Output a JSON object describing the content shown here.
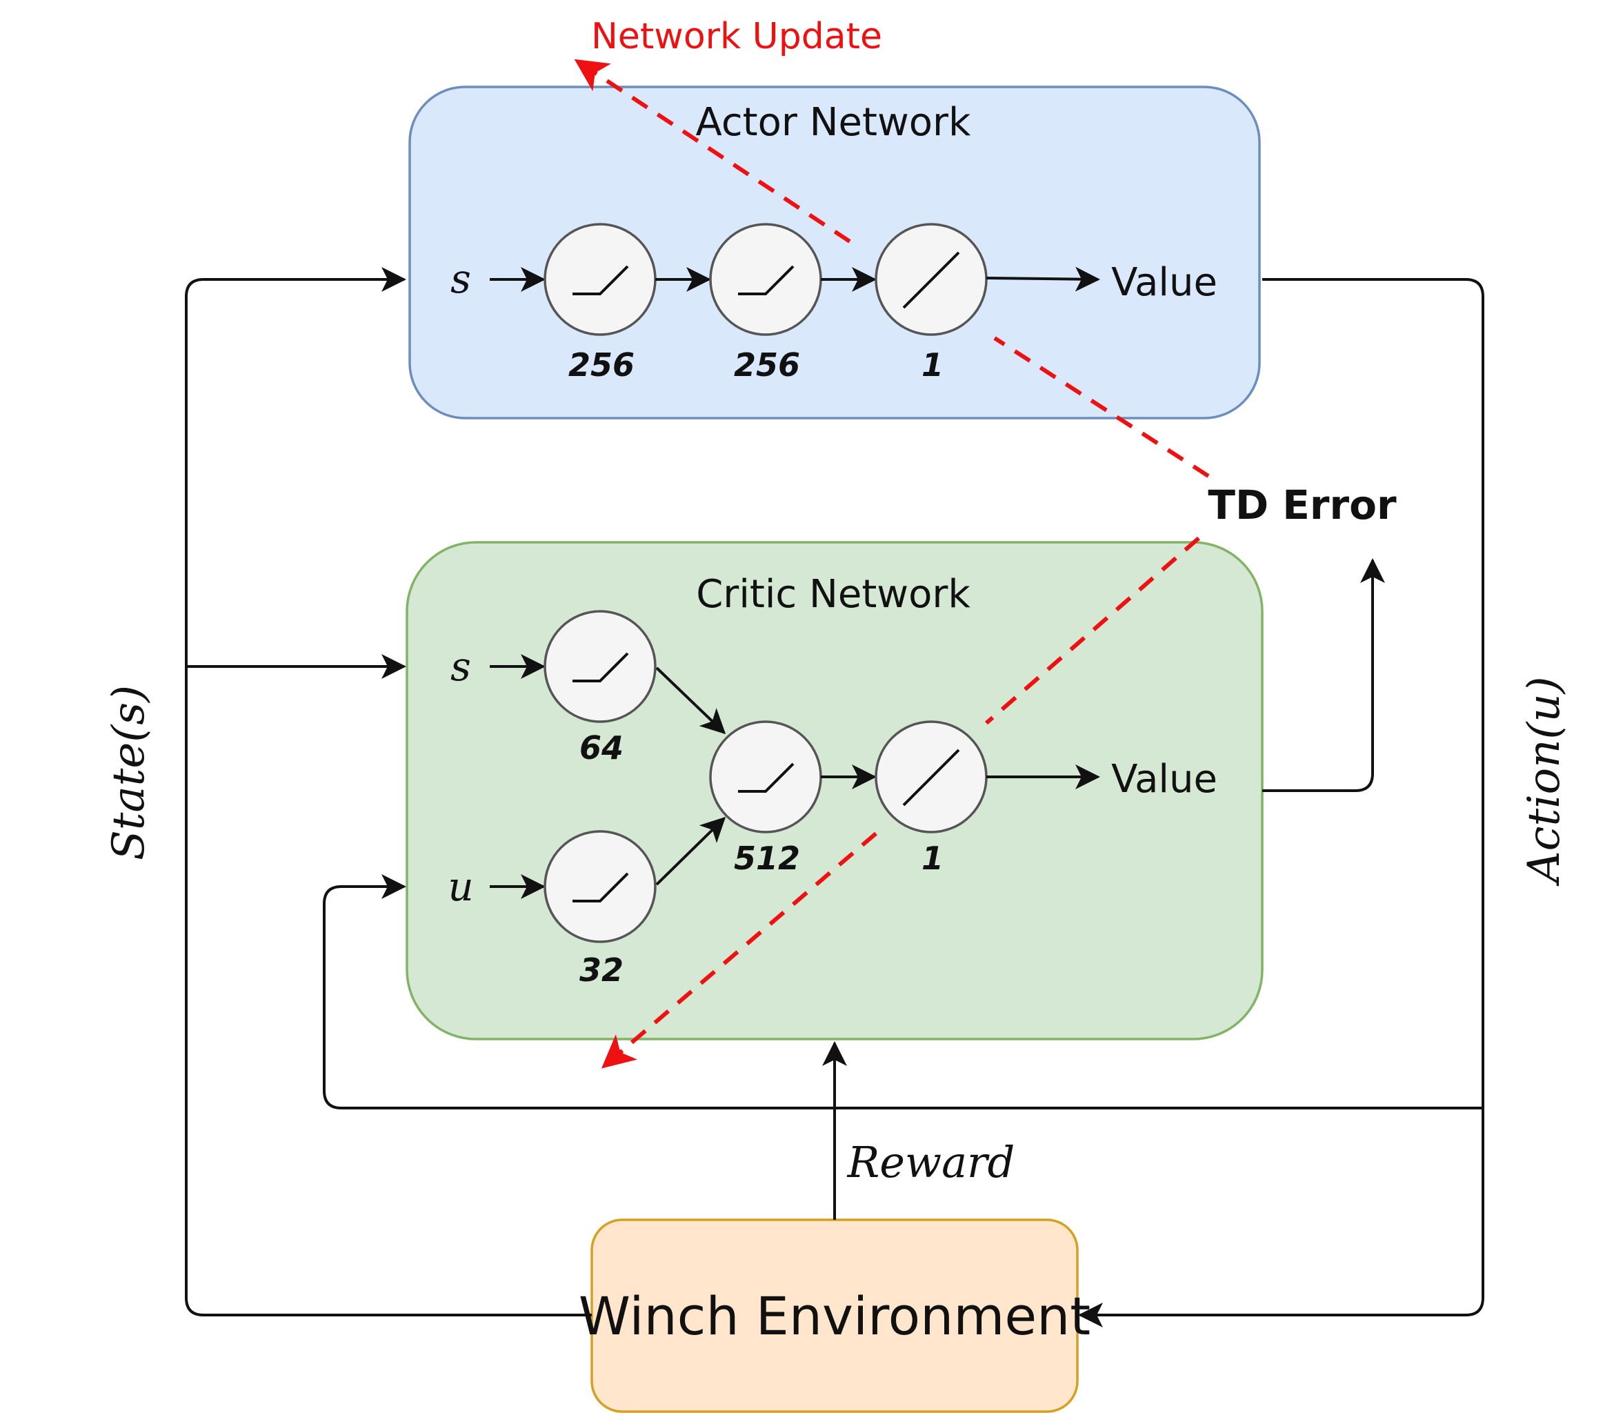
{
  "actor": {
    "title": "Actor Network",
    "input": "s",
    "layers": [
      "256",
      "256",
      "1"
    ],
    "output": "Value"
  },
  "critic": {
    "title": "Critic Network",
    "inputs": [
      "s",
      "u"
    ],
    "layers": [
      "64",
      "32",
      "512",
      "1"
    ],
    "output": "Value"
  },
  "environment": {
    "title": "Winch Environment"
  },
  "labels": {
    "state": "State(s)",
    "action": "Action(u)",
    "reward": "Reward",
    "td_error": "TD Error",
    "network_update": "Network Update"
  },
  "colors": {
    "actor_fill": "#dae8fc",
    "critic_fill": "#d5e8d4",
    "environment_fill": "#ffe6cc",
    "update_path": "#ee1111"
  }
}
